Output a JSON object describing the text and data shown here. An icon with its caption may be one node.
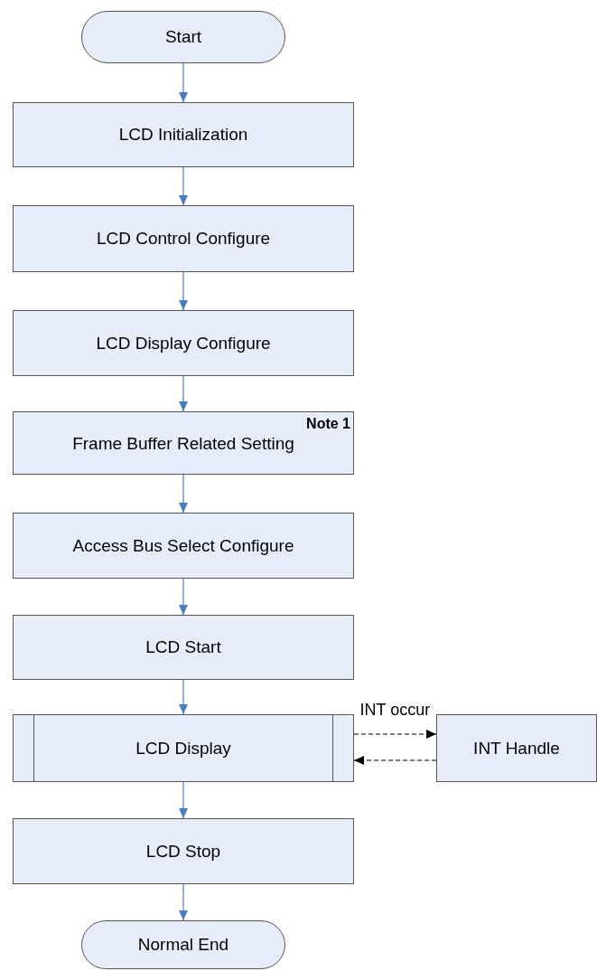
{
  "diagram": {
    "nodes": [
      {
        "text": [
          "Start"
        ]
      },
      {
        "text": [
          "LCD Initialization"
        ]
      },
      {
        "text": [
          "LCD Control Configure"
        ]
      },
      {
        "text": [
          "LCD Display Configure"
        ]
      },
      {
        "text": [
          "Note 1",
          "Frame Buffer Related Setting"
        ]
      },
      {
        "text": [
          "Access Bus Select Configure"
        ]
      },
      {
        "text": [
          "LCD Start"
        ]
      },
      {
        "text": [
          "LCD Display"
        ]
      },
      {
        "text": [
          "INT Handle"
        ]
      },
      {
        "text": [
          "LCD Stop"
        ]
      },
      {
        "text": [
          "Normal End"
        ]
      }
    ],
    "edges": [
      {
        "from": 0,
        "to": 1,
        "arrow": "to"
      },
      {
        "from": 1,
        "to": 2,
        "arrow": "to"
      },
      {
        "from": 2,
        "to": 3,
        "arrow": "to"
      },
      {
        "from": 3,
        "to": 4,
        "arrow": "to"
      },
      {
        "from": 4,
        "to": 5,
        "arrow": "to"
      },
      {
        "from": 5,
        "to": 6,
        "arrow": "to"
      },
      {
        "from": 6,
        "to": 7,
        "arrow": "to"
      },
      {
        "from": 7,
        "to": 8,
        "arrow": "to",
        "label": "INT occur",
        "style": "dashed",
        "color": "#000000"
      },
      {
        "from": 8,
        "to": 7,
        "arrow": "to",
        "style": "dashed",
        "color": "#000000"
      },
      {
        "from": 7,
        "to": 9,
        "arrow": "to"
      },
      {
        "from": 9,
        "to": 10,
        "arrow": "to"
      }
    ]
  }
}
